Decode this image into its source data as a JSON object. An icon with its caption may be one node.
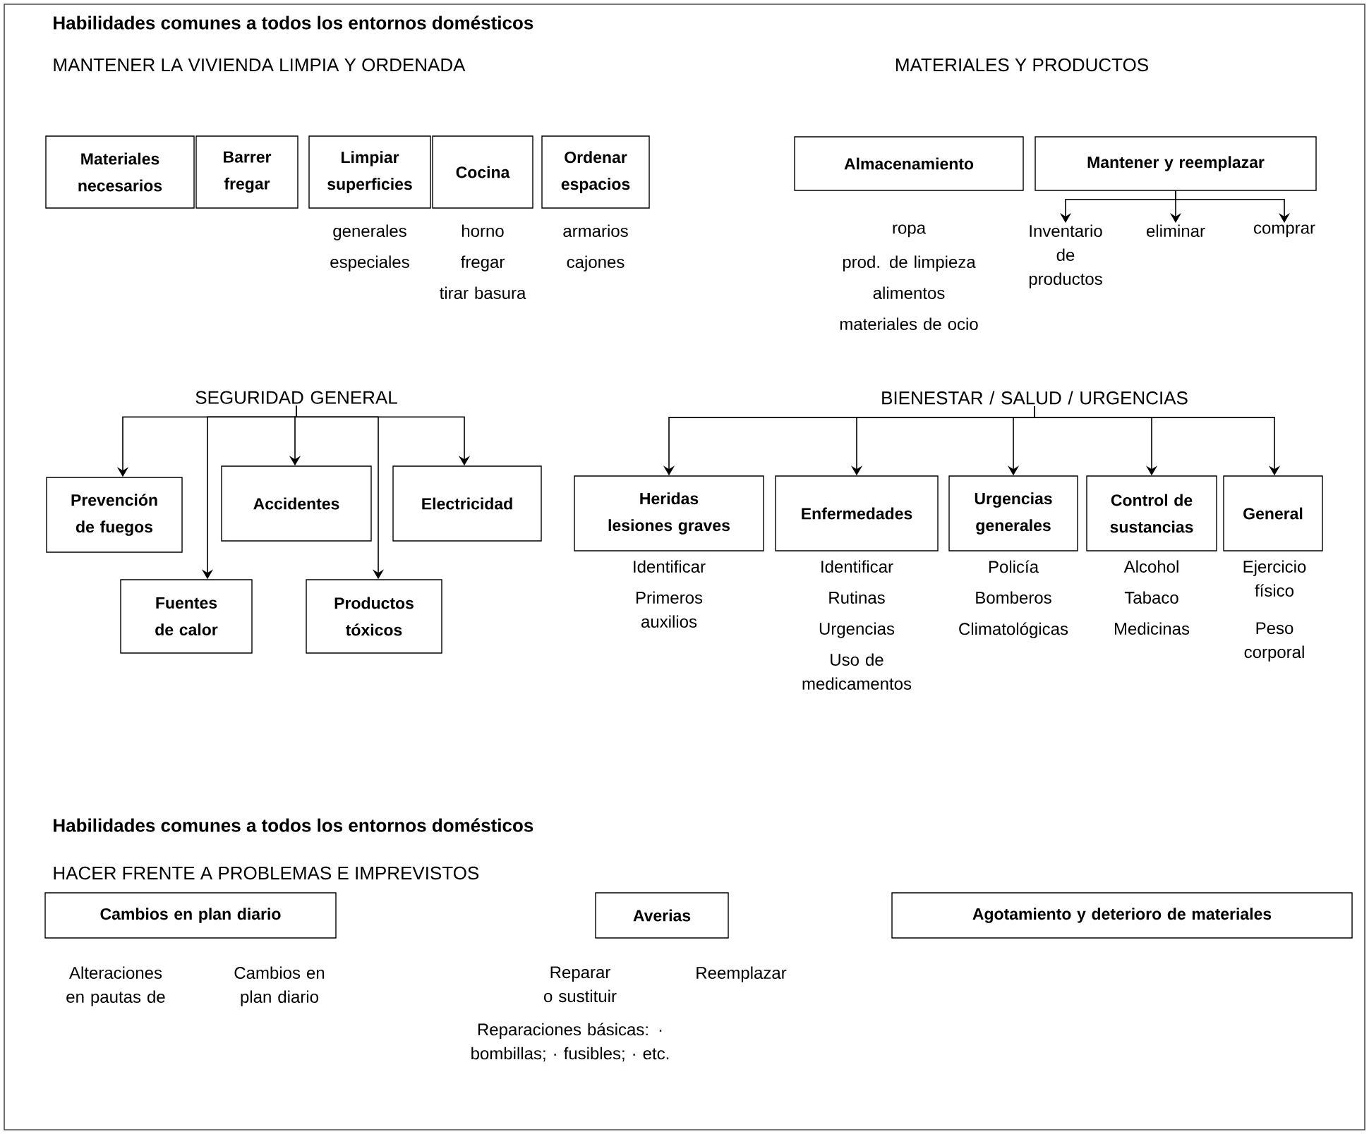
{
  "diagram": {
    "title": "Habilidades comunes a todos los entornos domésticos",
    "nodes": [
      {
        "text": [
          "Materiales necesarios"
        ]
      },
      {
        "text": [
          "Barrer fregar"
        ]
      },
      {
        "text": [
          "Limpiar superficies"
        ],
        "beside": [
          "generales",
          "especiales"
        ]
      },
      {
        "text": [
          "Cocina"
        ],
        "beside": [
          "horno",
          "fregar",
          "tirar basura"
        ]
      },
      {
        "text": [
          "Ordenar espacios"
        ],
        "beside": [
          "armarios",
          "cajones"
        ]
      },
      {
        "text": [
          "Almacenamiento"
        ],
        "beside": [
          "ropa",
          "prod. de limpieza",
          "alimentos",
          "materiales de ocio"
        ]
      },
      {
        "text": [
          "Mantener y reemplazar"
        ]
      },
      {
        "text": [
          "Inventario de productos"
        ]
      },
      {
        "text": [
          "eliminar"
        ]
      },
      {
        "text": [
          "comprar"
        ]
      },
      {
        "text": [
          "SEGURIDAD GENERAL"
        ]
      },
      {
        "text": [
          "Prevención de fuegos"
        ]
      },
      {
        "text": [
          "Accidentes"
        ]
      },
      {
        "text": [
          "Electricidad"
        ]
      },
      {
        "text": [
          "Fuentes de calor"
        ]
      },
      {
        "text": [
          "Productos tóxicos"
        ]
      },
      {
        "text": [
          "BIENESTAR / SALUD / URGENCIAS"
        ]
      },
      {
        "text": [
          "Heridas lesiones graves"
        ],
        "beside": [
          "Identificar",
          "Primeros auxilios"
        ]
      },
      {
        "text": [
          "Enfermedades"
        ],
        "beside": [
          "Identificar",
          "Rutinas",
          "Urgencias",
          "Uso de medicamentos"
        ]
      },
      {
        "text": [
          "Urgencias generales"
        ],
        "beside": [
          "Policía",
          "Bomberos",
          "Climatológicas"
        ]
      },
      {
        "text": [
          "Control de sustancias"
        ],
        "beside": [
          "Alcohol",
          "Tabaco",
          "Medicinas"
        ]
      },
      {
        "text": [
          "General"
        ],
        "beside": [
          "Ejercicio físico",
          "Peso corporal"
        ]
      },
      {
        "text": [
          "Cambios en plan diario"
        ],
        "beside": [
          "Alteraciones en pautas de",
          "Cambios en plan diario"
        ]
      },
      {
        "text": [
          "Averias"
        ],
        "beside": [
          "Reparar o sustituir",
          "Reemplazar",
          "Reparaciones básicas: · bombillas; · fusibles; · etc."
        ]
      },
      {
        "text": [
          "Agotamiento y deterioro de materiales"
        ]
      }
    ],
    "edges": [
      {
        "from": 6,
        "to": 7,
        "arrow": "to"
      },
      {
        "from": 6,
        "to": 8,
        "arrow": "to"
      },
      {
        "from": 6,
        "to": 9,
        "arrow": "to"
      },
      {
        "from": 10,
        "to": 11,
        "arrow": "to"
      },
      {
        "from": 10,
        "to": 14,
        "arrow": "to"
      },
      {
        "from": 10,
        "to": 12,
        "arrow": "to"
      },
      {
        "from": 10,
        "to": 15,
        "arrow": "to"
      },
      {
        "from": 10,
        "to": 13,
        "arrow": "to"
      },
      {
        "from": 16,
        "to": 17,
        "arrow": "to"
      },
      {
        "from": 16,
        "to": 18,
        "arrow": "to"
      },
      {
        "from": 16,
        "to": 19,
        "arrow": "to"
      },
      {
        "from": 16,
        "to": 20,
        "arrow": "to"
      },
      {
        "from": 16,
        "to": 21,
        "arrow": "to"
      }
    ],
    "labels": [
      "MANTENER LA VIVIENDA LIMPIA Y ORDENADA",
      "MATERIALES Y PRODUCTOS",
      "Habilidades comunes a todos los entornos domésticos",
      "HACER FRENTE A PROBLEMAS E IMPREVISTOS"
    ]
  }
}
